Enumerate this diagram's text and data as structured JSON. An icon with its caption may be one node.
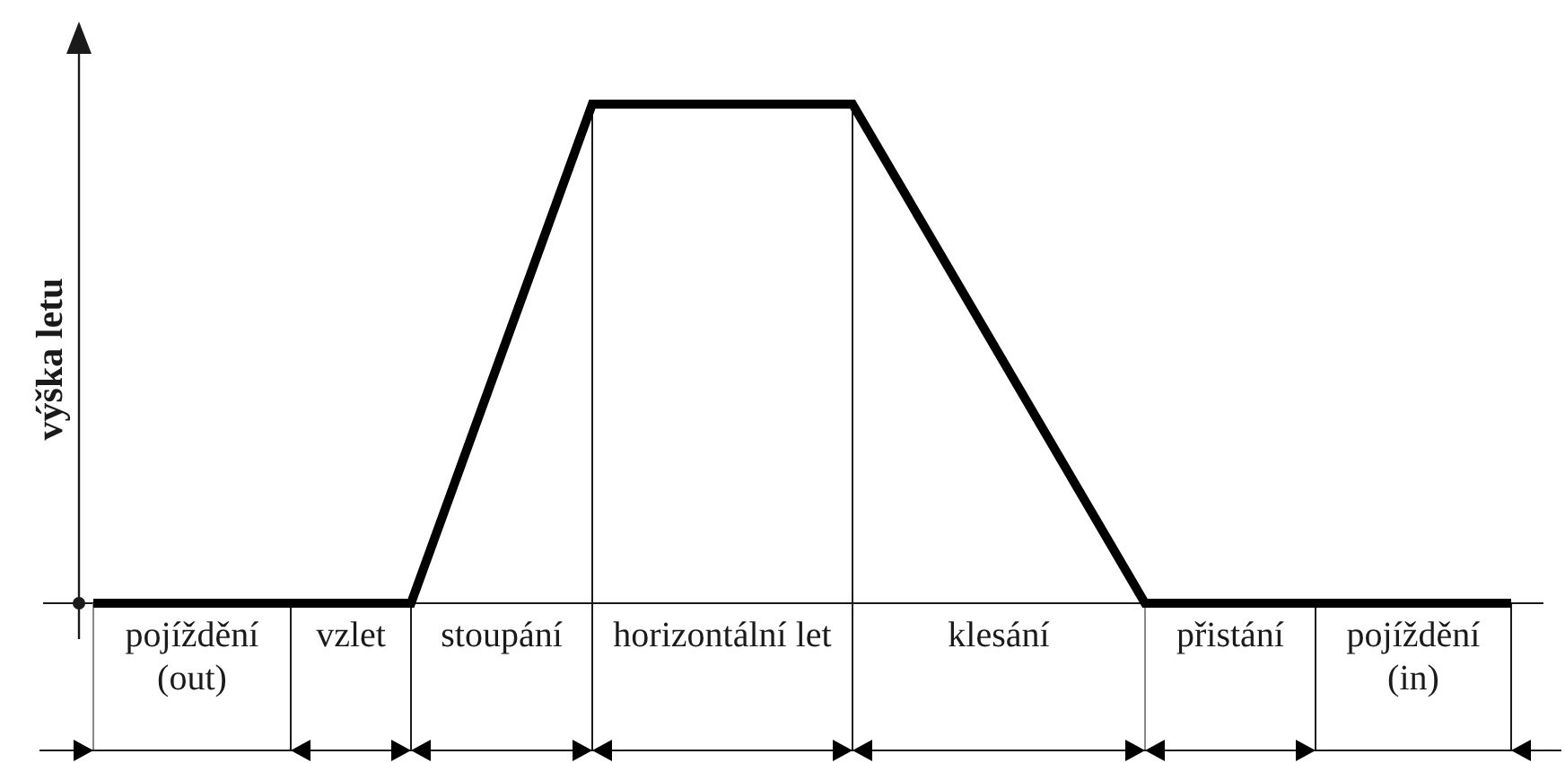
{
  "diagram": {
    "labels": [
      "výška letu",
      "pojíždění (out)",
      "vzlet",
      "stoupání",
      "horizontální let",
      "klesání",
      "přistání",
      "pojíždění (in)"
    ]
  }
}
